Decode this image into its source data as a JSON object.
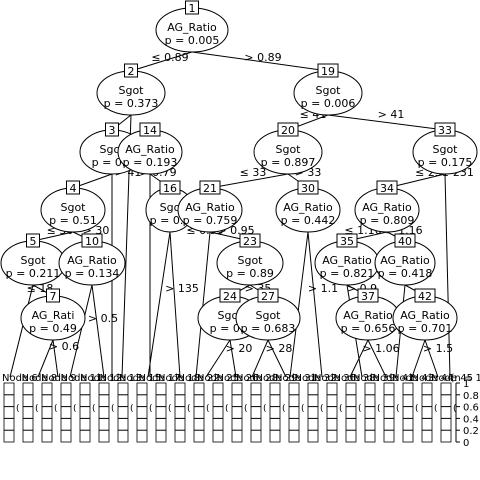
{
  "nodes": [
    {
      "id": "1",
      "var": "AG_Ratio",
      "p": "p = 0.005"
    },
    {
      "id": "2",
      "var": "Sgot",
      "p": "p = 0.373"
    },
    {
      "id": "3",
      "var": "Sgot",
      "p": "p = 0.5"
    },
    {
      "id": "4",
      "var": "Sgot",
      "p": "p = 0.51"
    },
    {
      "id": "5",
      "var": "Sgot",
      "p": "p = 0.211"
    },
    {
      "id": "7",
      "var": "AG_Rati",
      "p": "p = 0.49"
    },
    {
      "id": "10",
      "var": "AG_Ratio",
      "p": "p = 0.134"
    },
    {
      "id": "14",
      "var": "AG_Ratio",
      "p": "p = 0.193"
    },
    {
      "id": "16",
      "var": "Sgo",
      "p": "p = 0.6"
    },
    {
      "id": "19",
      "var": "Sgot",
      "p": "p = 0.006"
    },
    {
      "id": "20",
      "var": "Sgot",
      "p": "p = 0.897"
    },
    {
      "id": "21",
      "var": "AG_Ratio",
      "p": "p = 0.759"
    },
    {
      "id": "23",
      "var": "Sgot",
      "p": "p = 0.89"
    },
    {
      "id": "24",
      "var": "Sgot",
      "p": "p = 0.7"
    },
    {
      "id": "27",
      "var": "Sgot",
      "p": "p = 0.683"
    },
    {
      "id": "30",
      "var": "AG_Ratio",
      "p": "p = 0.442"
    },
    {
      "id": "33",
      "var": "Sgot",
      "p": "p = 0.175"
    },
    {
      "id": "34",
      "var": "AG_Ratio",
      "p": "p = 0.809"
    },
    {
      "id": "35",
      "var": "AG_Ratio",
      "p": "p = 0.821"
    },
    {
      "id": "37",
      "var": "AG_Ratio",
      "p": "p = 0.656"
    },
    {
      "id": "40",
      "var": "AG_Ratio",
      "p": "p = 0.418"
    },
    {
      "id": "42",
      "var": "AG_Ratio",
      "p": "p = 0.701"
    }
  ],
  "edge_labels": [
    {
      "key": "1L",
      "text": "≤ 0.89"
    },
    {
      "key": "1R",
      "text": "> 0.89"
    },
    {
      "key": "19L",
      "text": "≤ 41"
    },
    {
      "key": "19R",
      "text": "> 41"
    },
    {
      "key": "2R",
      "text": "> 41"
    },
    {
      "key": "14R",
      "text": "> 0.79"
    },
    {
      "key": "20L",
      "text": "≤ 33"
    },
    {
      "key": "20R",
      "text": "> 33"
    },
    {
      "key": "33L",
      "text": "≤ 231"
    },
    {
      "key": "33R",
      "text": "> 231"
    },
    {
      "key": "4L",
      "text": "≤ 30"
    },
    {
      "key": "4R",
      "text": "> 30"
    },
    {
      "key": "16R",
      "text": "> 135"
    },
    {
      "key": "21L",
      "text": "≤ 0.95"
    },
    {
      "key": "21R",
      "text": "> 0.95"
    },
    {
      "key": "34L",
      "text": "≤ 1.16"
    },
    {
      "key": "34R",
      "text": "> 1.16"
    },
    {
      "key": "5L",
      "text": "≤ 18"
    },
    {
      "key": "10R",
      "text": "> 0.5"
    },
    {
      "key": "23R",
      "text": "> 35"
    },
    {
      "key": "30R",
      "text": "> 1.1"
    },
    {
      "key": "35R",
      "text": "> 0.9"
    },
    {
      "key": "7R",
      "text": "> 0.6"
    },
    {
      "key": "24R",
      "text": "> 20"
    },
    {
      "key": "27R",
      "text": "> 28"
    },
    {
      "key": "37R",
      "text": "> 1.06"
    },
    {
      "key": "42R",
      "text": "> 1.5"
    }
  ],
  "leaves": {
    "header_fragments": [
      "Node 6",
      "Node 8",
      "Node 9",
      "Node 11",
      "Node 12",
      "Node 13",
      "Node 15",
      "Node 17",
      "Node 18",
      "Node 22",
      "Node 25",
      "Node 26",
      "Node 28",
      "Node 29",
      "Node 31",
      "Node 32",
      "Node 36",
      "Node 38",
      "Node 39",
      "Node 41",
      "Node 43",
      "Node 44",
      "Node 45",
      "(n = 1"
    ],
    "count": 24,
    "axis_ticks": [
      "1",
      "0.8",
      "0.6",
      "0.4",
      "0.2",
      "0"
    ],
    "proportion_levels": [
      0.8,
      0.6,
      0.4,
      0.2
    ]
  }
}
